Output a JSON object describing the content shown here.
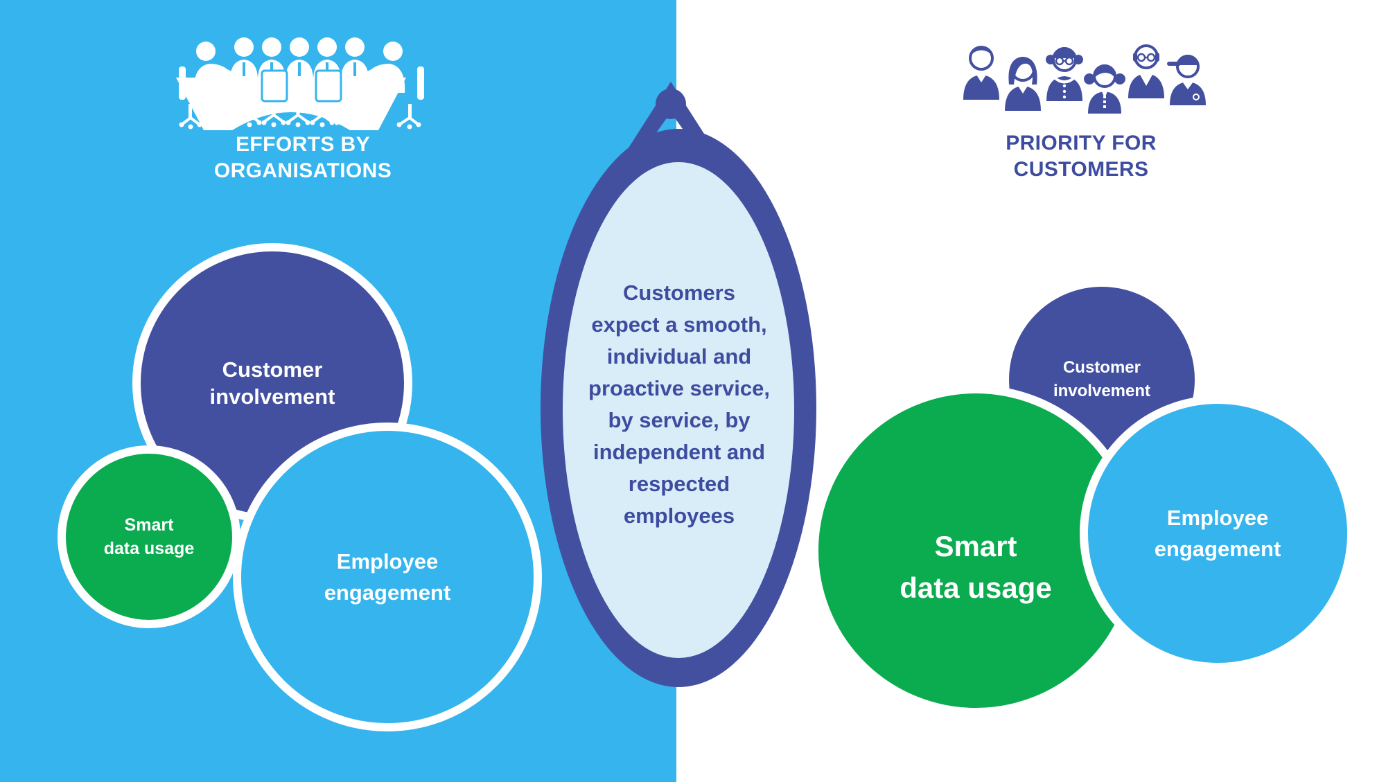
{
  "colors": {
    "left_background": "#35B4ED",
    "indigo_fill": "#4350A0",
    "indigo_text": "#3E4C9F",
    "green_fill": "#0BAB50",
    "sky_fill": "#35B4ED",
    "oval_inner_fill": "#D9EDF9",
    "white": "#FFFFFF"
  },
  "left_panel": {
    "icon": "meeting-table-icon",
    "heading": {
      "line1": "EFFORTS BY",
      "line2": "ORGANISATIONS"
    },
    "bubbles": {
      "customer_involvement": {
        "line1": "Customer",
        "line2": "involvement"
      },
      "smart_data_usage": {
        "line1": "Smart",
        "line2": "data usage"
      },
      "employee_engagement": {
        "line1": "Employee",
        "line2": "engagement"
      }
    }
  },
  "center_message": {
    "lines": [
      "Customers",
      "expect a smooth,",
      "individual and",
      "proactive service,",
      "by service, by",
      "independent and",
      "respected",
      "employees"
    ]
  },
  "right_panel": {
    "icon": "customers-group-icon",
    "heading": {
      "line1": "PRIORITY FOR",
      "line2": "CUSTOMERS"
    },
    "bubbles": {
      "customer_involvement": {
        "line1": "Customer",
        "line2": "involvement"
      },
      "smart_data_usage": {
        "line1": "Smart",
        "line2": "data usage"
      },
      "employee_engagement": {
        "line1": "Employee",
        "line2": "engagement"
      }
    }
  }
}
